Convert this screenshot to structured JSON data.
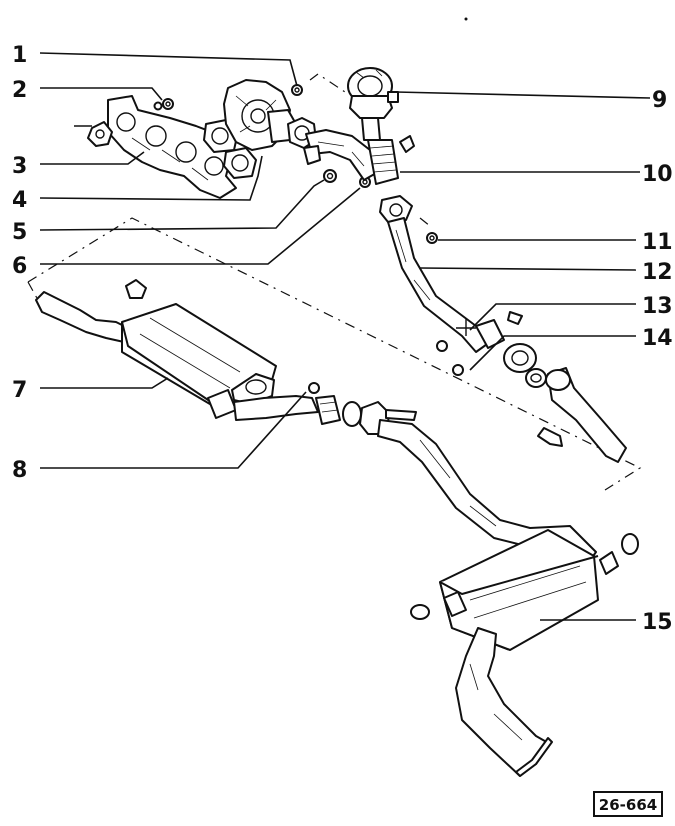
{
  "callouts": [
    {
      "num": "1"
    },
    {
      "num": "2"
    },
    {
      "num": "3"
    },
    {
      "num": "4"
    },
    {
      "num": "5"
    },
    {
      "num": "6"
    },
    {
      "num": "7"
    },
    {
      "num": "8"
    },
    {
      "num": "9"
    },
    {
      "num": "10"
    },
    {
      "num": "11"
    },
    {
      "num": "12"
    },
    {
      "num": "13"
    },
    {
      "num": "14"
    },
    {
      "num": "15"
    }
  ],
  "reference_code": "26-664"
}
